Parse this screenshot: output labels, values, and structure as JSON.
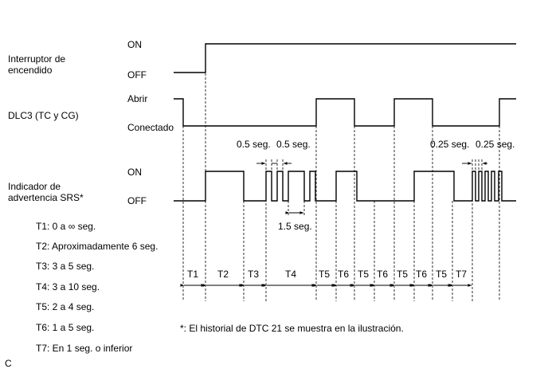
{
  "signals": {
    "ignition": {
      "label_line1": "Interruptor de",
      "label_line2": "encendido",
      "level_high": "ON",
      "level_low": "OFF"
    },
    "dlc3": {
      "label": "DLC3 (TC y CG)",
      "level_high": "Abrir",
      "level_low": "Conectado"
    },
    "srs": {
      "label_line1": "Indicador de",
      "label_line2": "advertencia SRS*",
      "level_high": "ON",
      "level_low": "OFF"
    }
  },
  "pulse_annotations": {
    "first_group_a": "0.5 seg.",
    "first_group_b": "0.5 seg.",
    "first_group_low": "1.5 seg.",
    "second_group_a": "0.25 seg.",
    "second_group_b": "0.25 seg."
  },
  "periods": [
    "T1",
    "T2",
    "T3",
    "T4",
    "T5",
    "T6",
    "T5",
    "T6",
    "T5",
    "T6",
    "T5",
    "T7"
  ],
  "legend": [
    "T1: 0 a ∞ seg.",
    "T2: Aproximadamente 6 seg.",
    "T3: 3 a 5 seg.",
    "T4: 3 a 10 seg.",
    "T5: 2 a 4 seg.",
    "T6: 1 a 5 seg.",
    "T7: En 1 seg. o inferior"
  ],
  "footnote": "*: El historial de DTC 21 se muestra en la ilustración.",
  "figure_code": "C"
}
